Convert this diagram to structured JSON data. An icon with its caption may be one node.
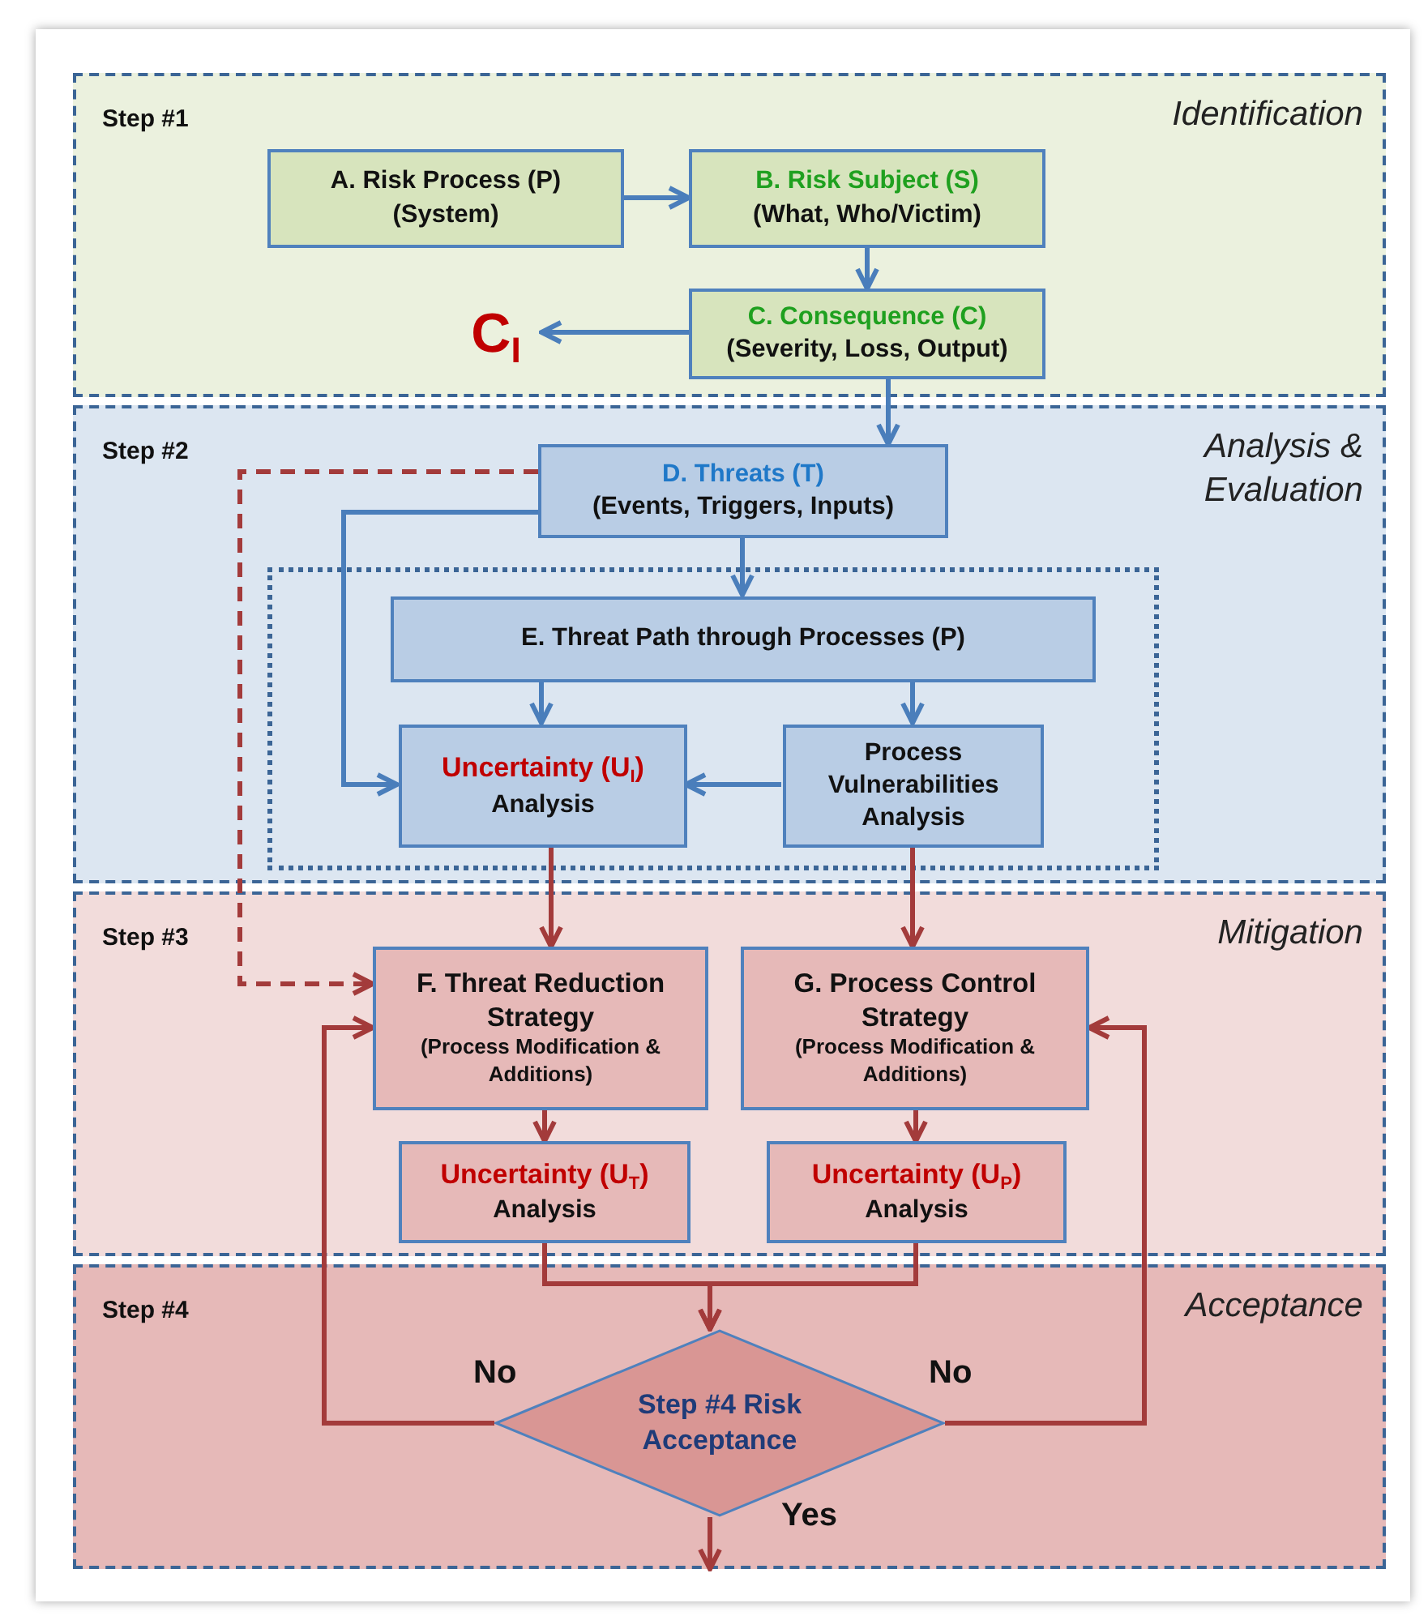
{
  "diagram": {
    "nodes": [
      {
        "text": [
          "Step #1",
          "Identification"
        ]
      },
      {
        "text": [
          "A. Risk Process (P)",
          "(System)"
        ],
        "in": 0
      },
      {
        "text": [
          "B. Risk Subject (S)",
          "(What, Who/Victim)"
        ],
        "in": 0
      },
      {
        "text": [
          "C. Consequence (C)",
          "(Severity, Loss, Output)"
        ],
        "in": 0
      },
      {
        "text": [
          "C$_{I}$"
        ],
        "in": 0
      },
      {
        "text": [
          "Step #2",
          "Analysis & Evaluation"
        ]
      },
      {
        "text": [
          "D. Threats (T)",
          "(Events, Triggers, Inputs)"
        ],
        "in": 5
      },
      {
        "text": [],
        "shape": "box",
        "in": 5
      },
      {
        "text": [
          "E. Threat Path through Processes (P)"
        ],
        "in": 7
      },
      {
        "text": [
          "Uncertainty (U$_{I}$)",
          "Analysis"
        ],
        "in": 7
      },
      {
        "text": [
          "Process Vulnerabilities Analysis"
        ],
        "in": 7
      },
      {
        "text": [
          "Step #3",
          "Mitigation"
        ]
      },
      {
        "text": [
          "F. Threat Reduction Strategy",
          "(Process Modification & Additions)"
        ],
        "in": 11
      },
      {
        "text": [
          "G. Process Control Strategy",
          "(Process Modification & Additions)"
        ],
        "in": 11
      },
      {
        "text": [
          "Uncertainty (U$_{T}$)",
          "Analysis"
        ],
        "in": 11
      },
      {
        "text": [
          "Uncertainty (U$_{P}$)",
          "Analysis"
        ],
        "in": 11
      },
      {
        "text": [
          "Step #4",
          "Acceptance"
        ]
      },
      {
        "text": [
          "Step #4 Risk Acceptance"
        ],
        "in": 16
      }
    ],
    "edges": [
      {
        "from": 1,
        "to": 2,
        "arrow": "to",
        "color": "#4a7ebb"
      },
      {
        "from": 2,
        "to": 3,
        "arrow": "to",
        "color": "#4a7ebb"
      },
      {
        "from": 3,
        "to": 4,
        "arrow": "to",
        "color": "#4a7ebb"
      },
      {
        "from": 3,
        "to": 6,
        "arrow": "to",
        "color": "#4a7ebb"
      },
      {
        "from": 6,
        "to": 8,
        "arrow": "to",
        "color": "#4a7ebb"
      },
      {
        "from": 6,
        "to": 9,
        "arrow": "to",
        "color": "#4a7ebb"
      },
      {
        "from": 8,
        "to": 9,
        "arrow": "to",
        "color": "#4a7ebb"
      },
      {
        "from": 8,
        "to": 10,
        "arrow": "to",
        "color": "#4a7ebb"
      },
      {
        "from": 10,
        "to": 9,
        "arrow": "to",
        "color": "#4a7ebb"
      },
      {
        "from": 6,
        "to": 12,
        "arrow": "to",
        "style": "dashed"
      },
      {
        "from": 9,
        "to": 12,
        "arrow": "to"
      },
      {
        "from": 10,
        "to": 13,
        "arrow": "to"
      },
      {
        "from": 12,
        "to": 14,
        "arrow": "to"
      },
      {
        "from": 13,
        "to": 15,
        "arrow": "to"
      },
      {
        "from": 14,
        "to": 17,
        "arrow": "to"
      },
      {
        "from": 15,
        "to": 17,
        "arrow": "to"
      },
      {
        "from": 17,
        "to": 12,
        "arrow": "to",
        "label": "No"
      },
      {
        "from": 17,
        "to": 13,
        "arrow": "to",
        "label": "No"
      },
      {
        "from": 17,
        "to": null,
        "arrow": "to",
        "label": "Yes"
      }
    ]
  }
}
